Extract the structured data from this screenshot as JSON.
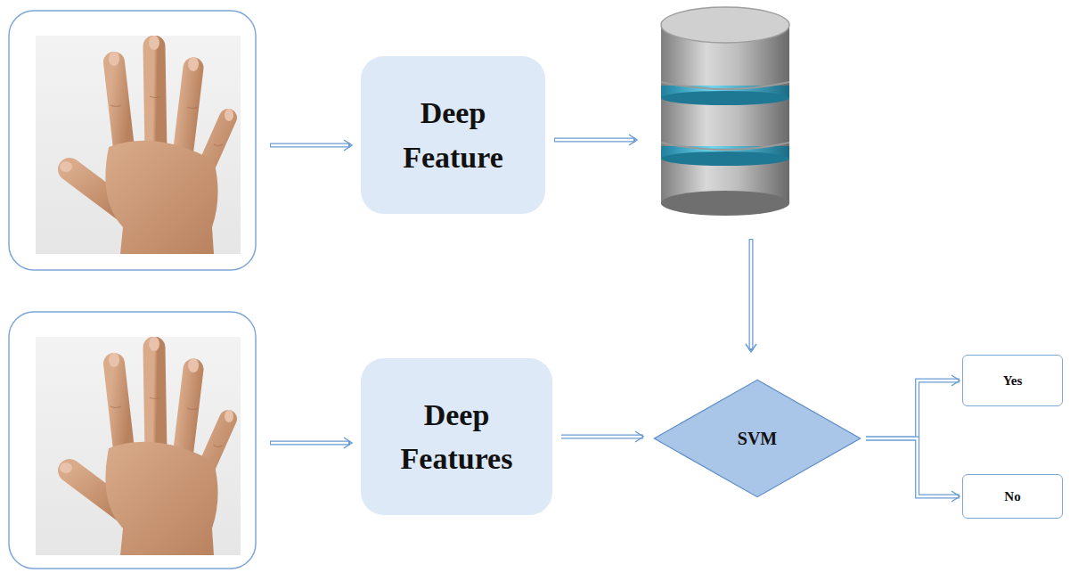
{
  "diagram": {
    "nodes": [
      {
        "text": [
          "Deep Feature"
        ]
      },
      {
        "text": [
          "Deep Features"
        ]
      },
      {
        "text": [
          "SVM"
        ]
      },
      {
        "text": [
          "Yes"
        ]
      },
      {
        "text": [
          "No"
        ]
      }
    ],
    "edges": [
      {
        "from": 1,
        "to": 2,
        "arrow": "to"
      },
      {
        "from": 2,
        "to": 3,
        "arrow": "to"
      },
      {
        "from": 2,
        "to": 4,
        "arrow": "to"
      }
    ]
  }
}
